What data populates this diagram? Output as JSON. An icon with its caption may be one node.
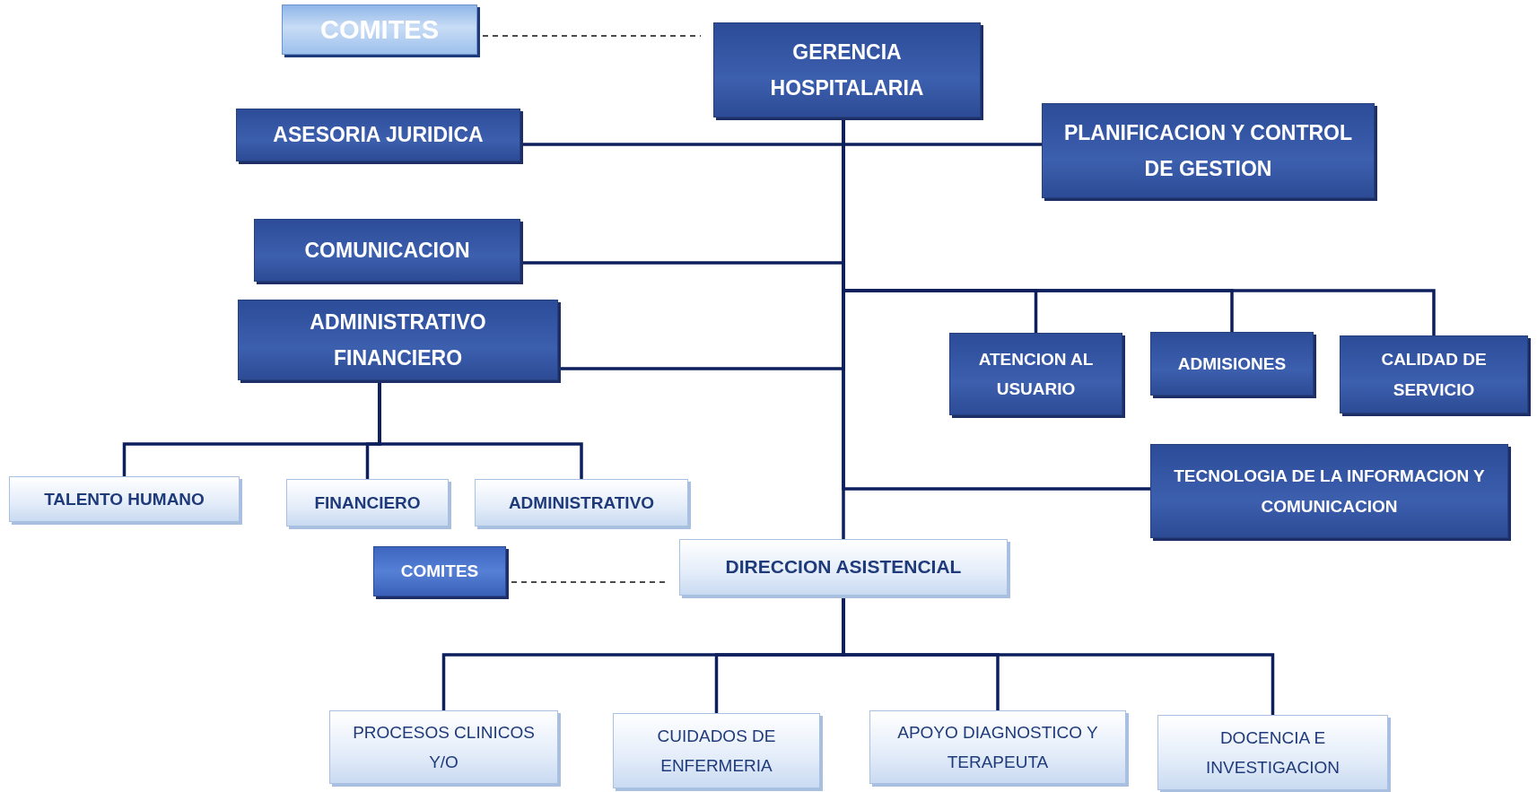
{
  "diagram": {
    "nodes": [
      {
        "text": [
          "COMITES"
        ]
      },
      {
        "text": [
          "GERENCIA HOSPITALARIA"
        ]
      },
      {
        "text": [
          "ASESORIA JURIDICA"
        ]
      },
      {
        "text": [
          "PLANIFICACION Y CONTROL DE GESTION"
        ]
      },
      {
        "text": [
          "COMUNICACION"
        ]
      },
      {
        "text": [
          "ADMINISTRATIVO FINANCIERO"
        ]
      },
      {
        "text": [
          "ATENCION AL USUARIO"
        ]
      },
      {
        "text": [
          "ADMISIONES"
        ]
      },
      {
        "text": [
          "CALIDAD DE SERVICIO"
        ]
      },
      {
        "text": [
          "TECNOLOGIA DE LA INFORMACION Y COMUNICACION"
        ]
      },
      {
        "text": [
          "TALENTO HUMANO"
        ]
      },
      {
        "text": [
          "FINANCIERO"
        ]
      },
      {
        "text": [
          "ADMINISTRATIVO"
        ]
      },
      {
        "text": [
          "COMITES"
        ]
      },
      {
        "text": [
          "DIRECCION ASISTENCIAL"
        ]
      },
      {
        "text": [
          "PROCESOS CLINICOS Y/O"
        ]
      },
      {
        "text": [
          "CUIDADOS DE ENFERMERIA"
        ]
      },
      {
        "text": [
          "APOYO DIAGNOSTICO Y TERAPEUTA"
        ]
      },
      {
        "text": [
          "DOCENCIA E INVESTIGACION"
        ]
      }
    ],
    "edges": [
      {
        "from": 0,
        "to": 1,
        "arrow": "none",
        "style": "dashed"
      },
      {
        "from": 1,
        "to": 2,
        "arrow": "none"
      },
      {
        "from": 1,
        "to": 3,
        "arrow": "none"
      },
      {
        "from": 1,
        "to": 4,
        "arrow": "none"
      },
      {
        "from": 1,
        "to": 5,
        "arrow": "none"
      },
      {
        "from": 1,
        "to": 6,
        "arrow": "none"
      },
      {
        "from": 1,
        "to": 7,
        "arrow": "none"
      },
      {
        "from": 1,
        "to": 8,
        "arrow": "none"
      },
      {
        "from": 1,
        "to": 9,
        "arrow": "none"
      },
      {
        "from": 1,
        "to": 14,
        "arrow": "none"
      },
      {
        "from": 5,
        "to": 10,
        "arrow": "none"
      },
      {
        "from": 5,
        "to": 11,
        "arrow": "none"
      },
      {
        "from": 5,
        "to": 12,
        "arrow": "none"
      },
      {
        "from": 13,
        "to": 14,
        "arrow": "none",
        "style": "dashed"
      },
      {
        "from": 14,
        "to": 15,
        "arrow": "none"
      },
      {
        "from": 14,
        "to": 16,
        "arrow": "none"
      },
      {
        "from": 14,
        "to": 17,
        "arrow": "none"
      },
      {
        "from": 14,
        "to": 18,
        "arrow": "none"
      }
    ]
  }
}
